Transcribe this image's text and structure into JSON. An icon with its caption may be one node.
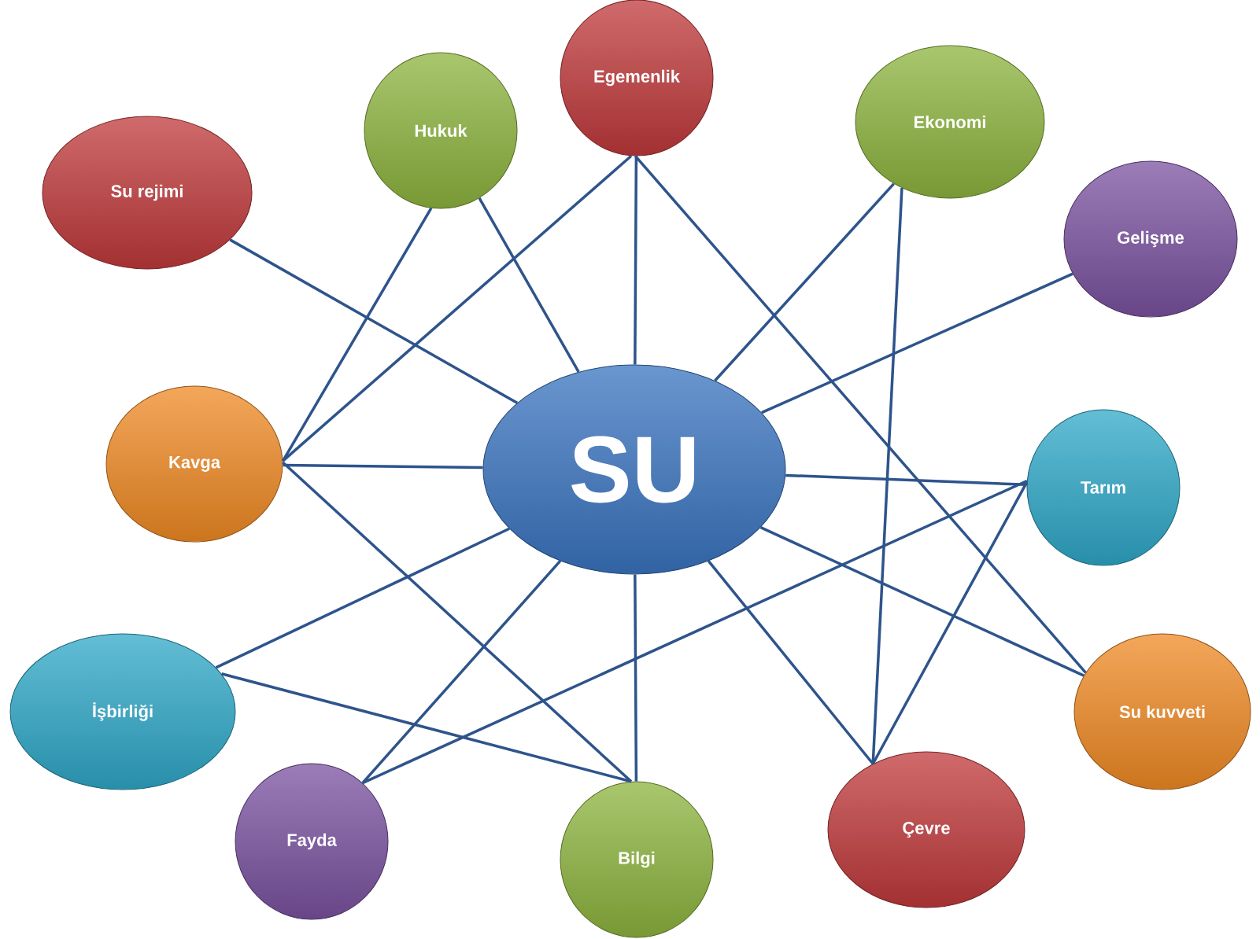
{
  "diagram": {
    "nodes": [
      {
        "text": [
          "SU"
        ]
      },
      {
        "text": [
          "Su rejimi"
        ]
      },
      {
        "text": [
          "Hukuk"
        ]
      },
      {
        "text": [
          "Egemenlik"
        ]
      },
      {
        "text": [
          "Ekonomi"
        ]
      },
      {
        "text": [
          "Gelişme"
        ]
      },
      {
        "text": [
          "Kavga"
        ]
      },
      {
        "text": [
          "Tarım"
        ]
      },
      {
        "text": [
          "İşbirliği"
        ]
      },
      {
        "text": [
          "Su kuvveti"
        ]
      },
      {
        "text": [
          "Fayda"
        ]
      },
      {
        "text": [
          "Bilgi"
        ]
      },
      {
        "text": [
          "Çevre"
        ]
      }
    ],
    "edges": [
      {
        "from": 1,
        "to": 0,
        "arrow": "none"
      },
      {
        "from": 2,
        "to": 0,
        "arrow": "none"
      },
      {
        "from": 2,
        "to": 6,
        "arrow": "none"
      },
      {
        "from": 3,
        "to": 0,
        "arrow": "none"
      },
      {
        "from": 3,
        "to": 6,
        "arrow": "none"
      },
      {
        "from": 3,
        "to": 9,
        "arrow": "none"
      },
      {
        "from": 4,
        "to": 0,
        "arrow": "none"
      },
      {
        "from": 4,
        "to": 12,
        "arrow": "none"
      },
      {
        "from": 5,
        "to": 0,
        "arrow": "none"
      },
      {
        "from": 6,
        "to": 0,
        "arrow": "none"
      },
      {
        "from": 6,
        "to": 11,
        "arrow": "none"
      },
      {
        "from": 0,
        "to": 7,
        "arrow": "none"
      },
      {
        "from": 7,
        "to": 10,
        "arrow": "none"
      },
      {
        "from": 7,
        "to": 12,
        "arrow": "none"
      },
      {
        "from": 0,
        "to": 8,
        "arrow": "none"
      },
      {
        "from": 8,
        "to": 11,
        "arrow": "none"
      },
      {
        "from": 0,
        "to": 10,
        "arrow": "none"
      },
      {
        "from": 0,
        "to": 11,
        "arrow": "none"
      },
      {
        "from": 0,
        "to": 12,
        "arrow": "none"
      },
      {
        "from": 0,
        "to": 9,
        "arrow": "none"
      }
    ]
  }
}
